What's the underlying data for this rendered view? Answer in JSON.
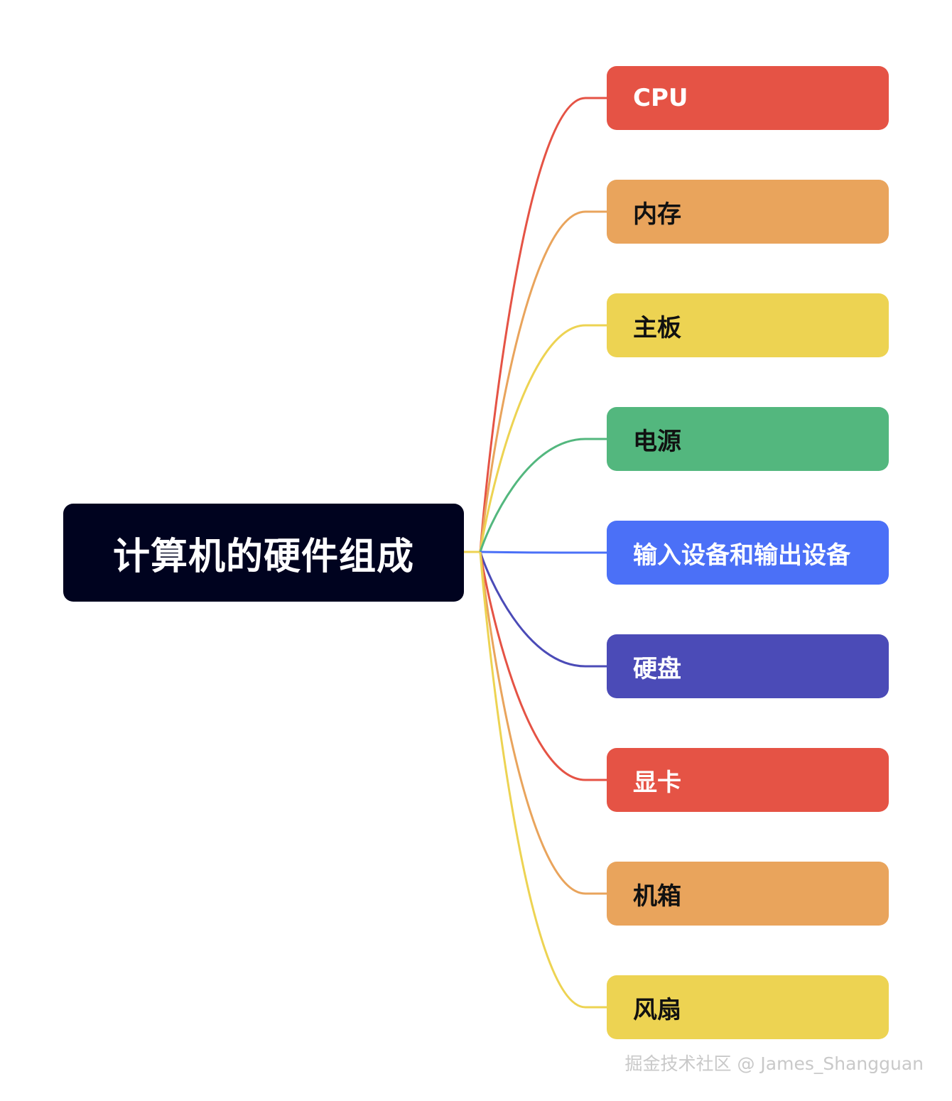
{
  "root": {
    "label": "计算机的硬件组成",
    "color": "#00031f",
    "text_color": "#ffffff"
  },
  "children": [
    {
      "label": "CPU",
      "color": "#e55345",
      "text_color": "#ffffff"
    },
    {
      "label": "内存",
      "color": "#e9a45c",
      "text_color": "#111111"
    },
    {
      "label": "主板",
      "color": "#edd352",
      "text_color": "#111111"
    },
    {
      "label": "电源",
      "color": "#53b77e",
      "text_color": "#111111"
    },
    {
      "label": "输入设备和输出设备",
      "color": "#4b70f7",
      "text_color": "#ffffff"
    },
    {
      "label": "硬盘",
      "color": "#4b4bb7",
      "text_color": "#ffffff"
    },
    {
      "label": "显卡",
      "color": "#e55345",
      "text_color": "#ffffff"
    },
    {
      "label": "机箱",
      "color": "#e9a45c",
      "text_color": "#111111"
    },
    {
      "label": "风扇",
      "color": "#edd352",
      "text_color": "#111111"
    }
  ],
  "watermark": "掘金技术社区 @ James_Shangguan"
}
